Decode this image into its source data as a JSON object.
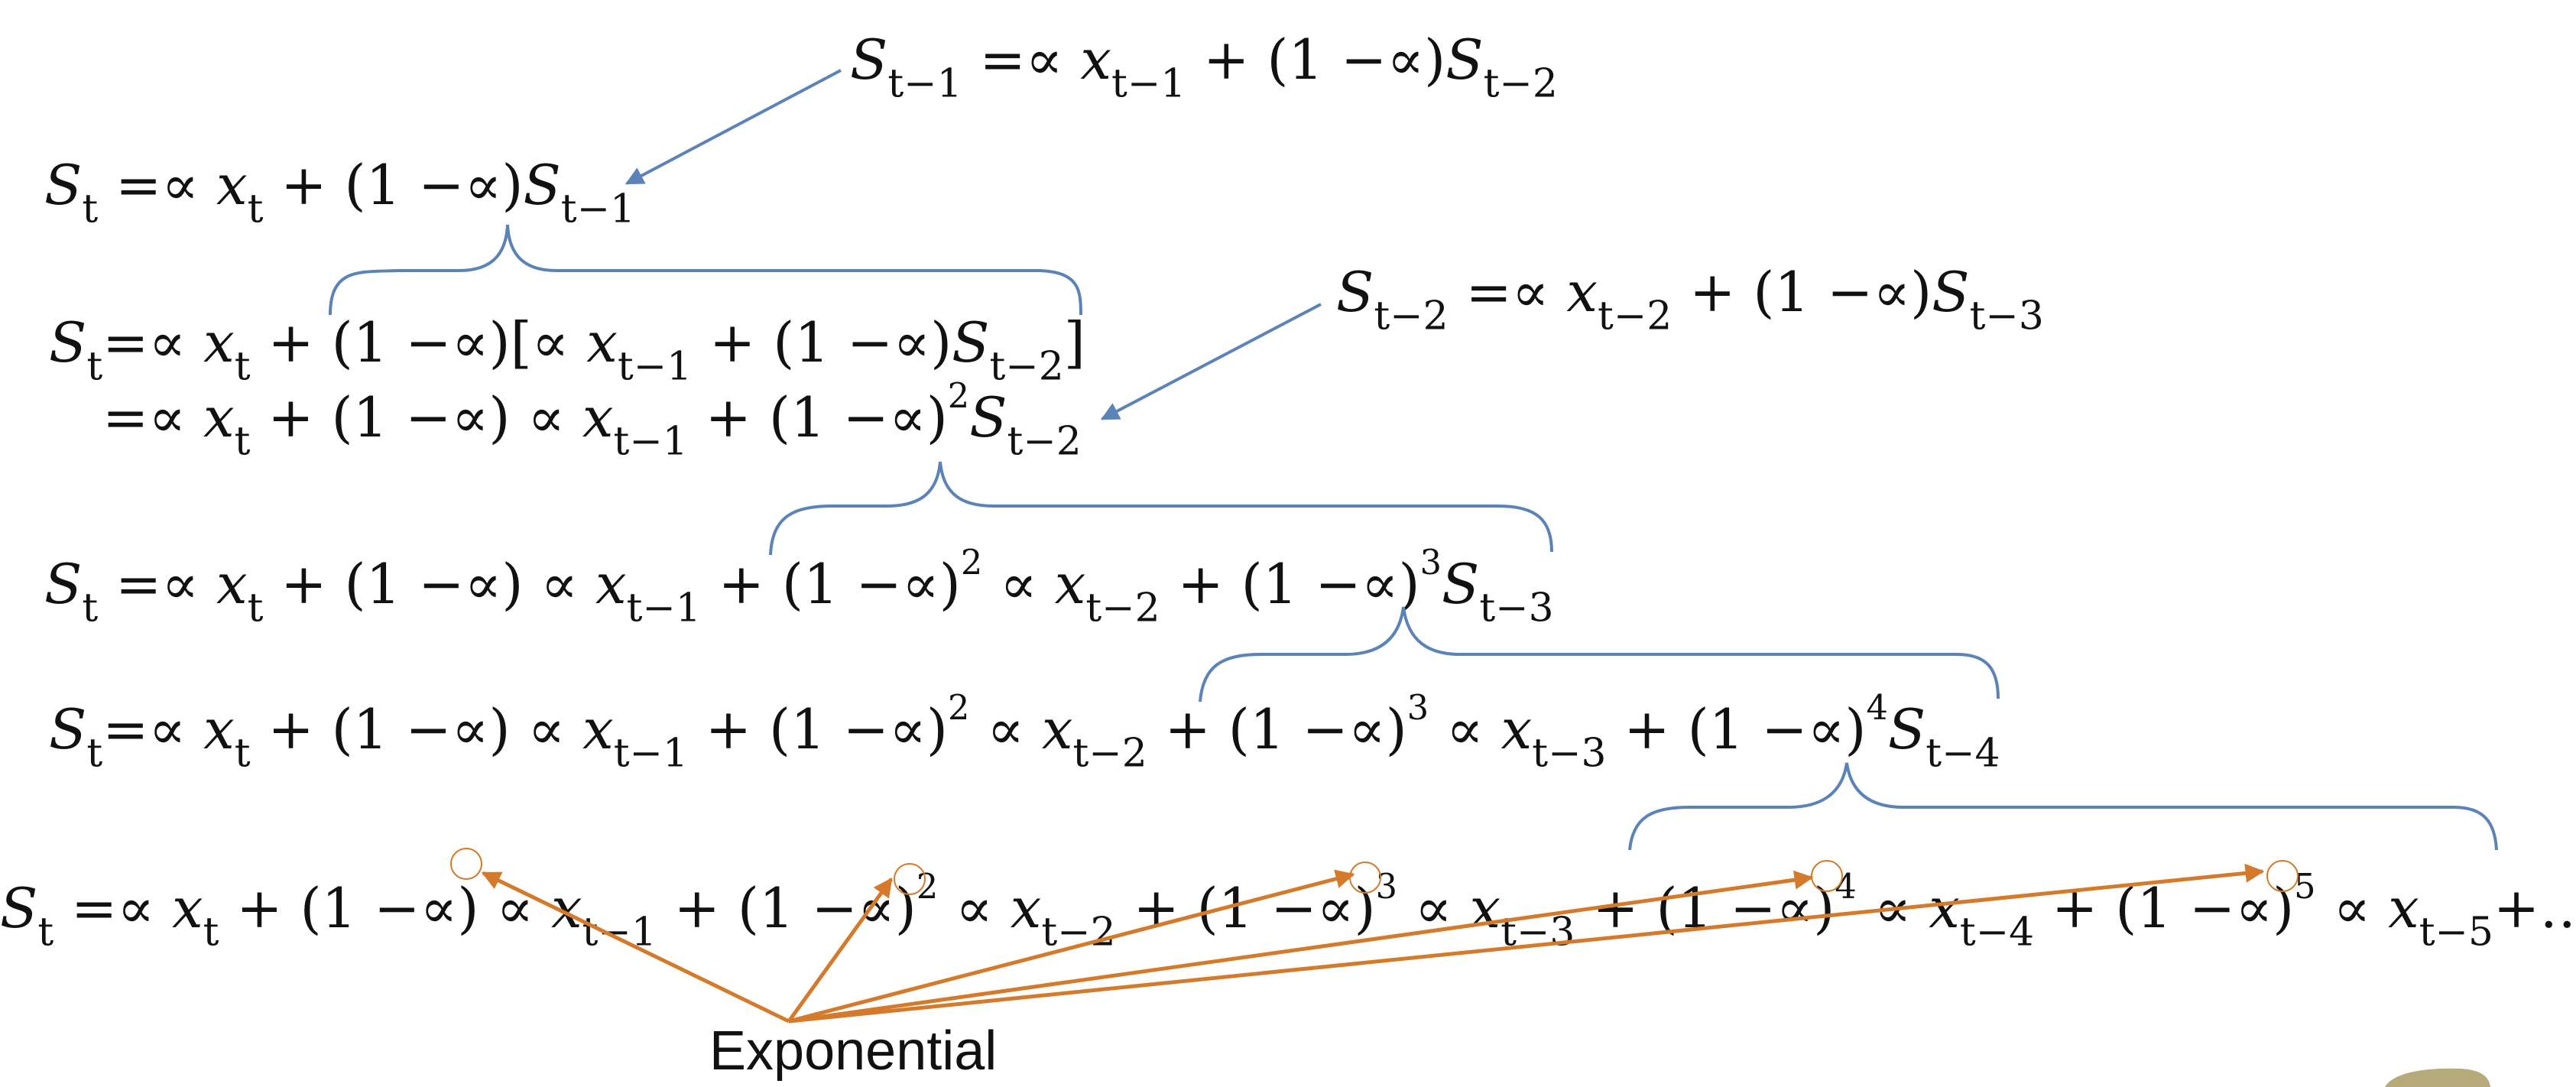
{
  "colors": {
    "text": "#111111",
    "blue_arrow": "#5b83b8",
    "orange_arrow": "#d57a2a"
  },
  "label": "Exponential",
  "equations": {
    "s_t_minus_1": [
      {
        "t": "S",
        "c": "v"
      },
      {
        "t": "t−1",
        "c": "sub"
      },
      {
        "t": " =∝ "
      },
      {
        "t": "x",
        "c": "v"
      },
      {
        "t": "t−1",
        "c": "sub"
      },
      {
        "t": " + (1 −∝)"
      },
      {
        "t": "S",
        "c": "v"
      },
      {
        "t": "t−2",
        "c": "sub"
      }
    ],
    "s_t": [
      {
        "t": "S",
        "c": "v"
      },
      {
        "t": "t",
        "c": "sub"
      },
      {
        "t": " =∝ "
      },
      {
        "t": "x",
        "c": "v"
      },
      {
        "t": "t",
        "c": "sub"
      },
      {
        "t": " + (1 −∝)"
      },
      {
        "t": "S",
        "c": "v"
      },
      {
        "t": "t−1",
        "c": "sub"
      }
    ],
    "s_t_minus_2": [
      {
        "t": "S",
        "c": "v"
      },
      {
        "t": "t−2",
        "c": "sub"
      },
      {
        "t": " =∝ "
      },
      {
        "t": "x",
        "c": "v"
      },
      {
        "t": "t−2",
        "c": "sub"
      },
      {
        "t": " + (1 −∝)"
      },
      {
        "t": "S",
        "c": "v"
      },
      {
        "t": "t−3",
        "c": "sub"
      }
    ],
    "step2_line1": [
      {
        "t": "S",
        "c": "v"
      },
      {
        "t": "t",
        "c": "sub"
      },
      {
        "t": "=∝ "
      },
      {
        "t": "x",
        "c": "v"
      },
      {
        "t": "t",
        "c": "sub"
      },
      {
        "t": " + (1 −∝)[∝ "
      },
      {
        "t": "x",
        "c": "v"
      },
      {
        "t": "t−1",
        "c": "sub"
      },
      {
        "t": " + (1 −∝)"
      },
      {
        "t": "S",
        "c": "v"
      },
      {
        "t": "t−2",
        "c": "sub"
      },
      {
        "t": "]"
      }
    ],
    "step2_line2": [
      {
        "t": "=∝ "
      },
      {
        "t": "x",
        "c": "v"
      },
      {
        "t": "t",
        "c": "sub"
      },
      {
        "t": " + (1 −∝) ∝ "
      },
      {
        "t": "x",
        "c": "v"
      },
      {
        "t": "t−1",
        "c": "sub"
      },
      {
        "t": " + (1 −∝)"
      },
      {
        "t": "2",
        "c": "sup"
      },
      {
        "t": "S",
        "c": "v"
      },
      {
        "t": "t−2",
        "c": "sub"
      }
    ],
    "step3": [
      {
        "t": "S",
        "c": "v"
      },
      {
        "t": "t",
        "c": "sub"
      },
      {
        "t": " =∝ "
      },
      {
        "t": "x",
        "c": "v"
      },
      {
        "t": "t",
        "c": "sub"
      },
      {
        "t": " + (1 −∝) ∝ "
      },
      {
        "t": "x",
        "c": "v"
      },
      {
        "t": "t−1",
        "c": "sub"
      },
      {
        "t": " + (1 −∝)"
      },
      {
        "t": "2",
        "c": "sup"
      },
      {
        "t": " ∝ "
      },
      {
        "t": "x",
        "c": "v"
      },
      {
        "t": "t−2",
        "c": "sub"
      },
      {
        "t": " + (1 −∝)"
      },
      {
        "t": "3",
        "c": "sup"
      },
      {
        "t": "S",
        "c": "v"
      },
      {
        "t": "t−3",
        "c": "sub"
      }
    ],
    "step4": [
      {
        "t": "S",
        "c": "v"
      },
      {
        "t": "t",
        "c": "sub"
      },
      {
        "t": "=∝ "
      },
      {
        "t": "x",
        "c": "v"
      },
      {
        "t": "t",
        "c": "sub"
      },
      {
        "t": " + (1 −∝) ∝ "
      },
      {
        "t": "x",
        "c": "v"
      },
      {
        "t": "t−1",
        "c": "sub"
      },
      {
        "t": " + (1 −∝)"
      },
      {
        "t": "2",
        "c": "sup"
      },
      {
        "t": " ∝ "
      },
      {
        "t": "x",
        "c": "v"
      },
      {
        "t": "t−2",
        "c": "sub"
      },
      {
        "t": " + (1 −∝)"
      },
      {
        "t": "3",
        "c": "sup"
      },
      {
        "t": " ∝ "
      },
      {
        "t": "x",
        "c": "v"
      },
      {
        "t": "t−3",
        "c": "sub"
      },
      {
        "t": " + (1 −∝)"
      },
      {
        "t": "4",
        "c": "sup"
      },
      {
        "t": "S",
        "c": "v"
      },
      {
        "t": "t−4",
        "c": "sub"
      }
    ],
    "step5": [
      {
        "t": "S",
        "c": "v"
      },
      {
        "t": "t",
        "c": "sub"
      },
      {
        "t": " =∝ "
      },
      {
        "t": "x",
        "c": "v"
      },
      {
        "t": "t",
        "c": "sub"
      },
      {
        "t": " + (1 −∝) ∝ "
      },
      {
        "t": "x",
        "c": "v"
      },
      {
        "t": "t−1",
        "c": "sub"
      },
      {
        "t": " + (1 −∝)"
      },
      {
        "t": "2",
        "c": "sup"
      },
      {
        "t": " ∝ "
      },
      {
        "t": "x",
        "c": "v"
      },
      {
        "t": "t−2",
        "c": "sub"
      },
      {
        "t": " + (1 −∝)"
      },
      {
        "t": "3",
        "c": "sup"
      },
      {
        "t": " ∝ "
      },
      {
        "t": "x",
        "c": "v"
      },
      {
        "t": "t−3",
        "c": "sub"
      },
      {
        "t": " + (1 −∝)"
      },
      {
        "t": "4",
        "c": "sup"
      },
      {
        "t": " ∝ "
      },
      {
        "t": "x",
        "c": "v"
      },
      {
        "t": "t−4",
        "c": "sub"
      },
      {
        "t": " + (1 −∝)"
      },
      {
        "t": "5",
        "c": "sup"
      },
      {
        "t": " ∝ "
      },
      {
        "t": "x",
        "c": "v"
      },
      {
        "t": "t−5",
        "c": "sub"
      },
      {
        "t": "+…"
      }
    ]
  }
}
